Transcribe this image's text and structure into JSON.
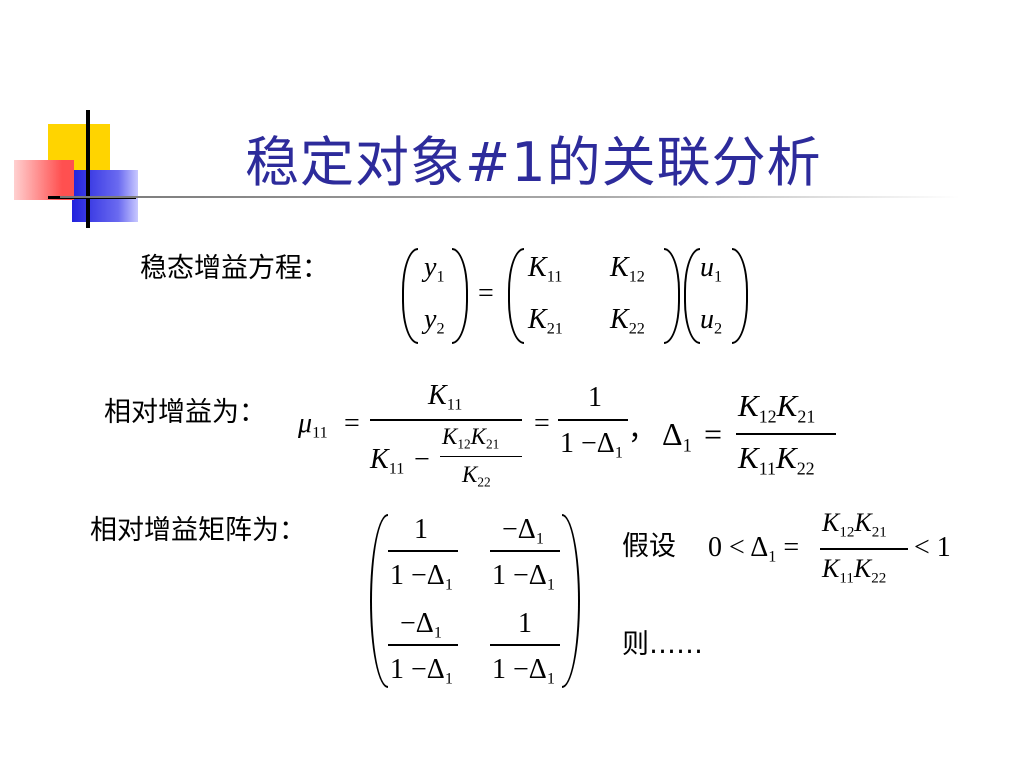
{
  "slide": {
    "title": "稳定对象#1的关联分析",
    "labels": {
      "steady_gain": "稳态增益方程：",
      "relative_gain": "相对增益为：",
      "rga_matrix": "相对增益矩阵为：",
      "assume": "假设",
      "then": "则……"
    },
    "math": {
      "y": "y",
      "u": "u",
      "K": "K",
      "mu": "μ",
      "delta": "Δ",
      "one": "1",
      "two": "2",
      "i11": "11",
      "i12": "12",
      "i21": "21",
      "i22": "22",
      "eq": "=",
      "minus": "−",
      "one_minus": "1 −",
      "neg": "−",
      "comma": "，",
      "zero_lt": "0 <",
      "lt_one": "< 1"
    }
  }
}
